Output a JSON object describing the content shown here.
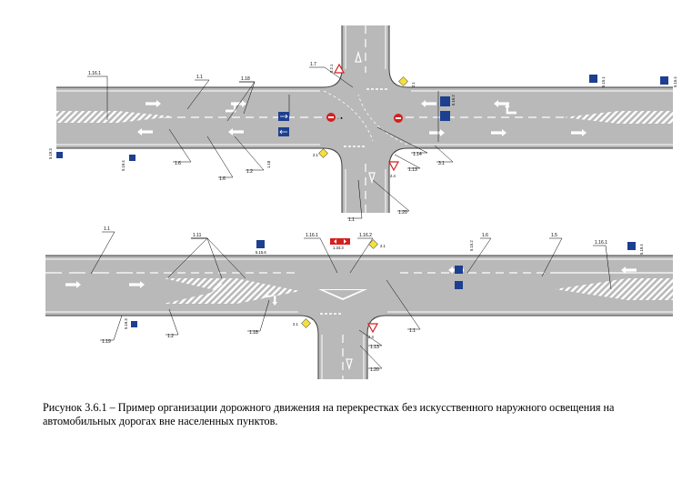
{
  "caption": "Рисунок 3.6.1 – Пример организации дорожного движения на перекрестках без искусственного наружного освещения на автомобильных дорогах вне населенных пунктов.",
  "colors": {
    "road": "#b9b9b9",
    "edge": "#3a3a3a",
    "marking": "#ffffff",
    "sign_blue": "#1d3f8f",
    "sign_red": "#d32020",
    "sign_yellow": "#f5e03c"
  },
  "top_labels": {
    "l_1_16_1": "1.16.1",
    "l_1_1_a": "1.1",
    "l_1_18_a": "1.18",
    "l_1_7": "1.7",
    "l_1_6_a": "1.6",
    "l_1_2": "1.2",
    "l_1_6_b": "1.6",
    "l_1_18_b": "1.18",
    "l_1_14": "1.14",
    "l_1_13": "1.13",
    "l_3_1": "3.1",
    "l_1_1_b": "1.1",
    "l_1_20": "1.20",
    "l_1_1_c": "1.1"
  },
  "bottom_labels": {
    "l_1_1_a": "1.1",
    "l_1_11": "1.11",
    "l_1_16_1": "1.16.1",
    "l_1_16_2": "1.16.2",
    "l_1_6": "1.6",
    "l_1_5": "1.5",
    "l_1_16_1_b": "1.16.1",
    "l_1_19": "1.19",
    "l_1_2": "1.2",
    "l_1_18": "1.18",
    "l_1_1_b": "1.1",
    "l_1_13": "1.13",
    "l_1_20": "1.20"
  },
  "top_signs": {
    "s_5_15_1": "5.15.1",
    "s_5_15_2": "5.15.2",
    "s_5_15_4": "5.15.4",
    "s_5_19_3": "5.19.3",
    "s_5_19_4": "5.19.4",
    "s_2_3_1": "2.3.1",
    "s_2_1_a": "2.1",
    "s_2_1_b": "2.1",
    "s_2_4": "2.4",
    "s_8_2_1": "8.2.1",
    "s_8_13": "8.13"
  },
  "bottom_signs": {
    "s_5_15_6": "5.15.6",
    "s_1_34_3": "1.34.3",
    "s_2_1_a": "2.1",
    "s_2_1_b": "2.1",
    "s_5_15_2": "5.15.2",
    "s_5_19_3": "5.19.3",
    "s_5_19_4": "5.19.4",
    "s_2_4": "2.4"
  },
  "chart_data": null
}
